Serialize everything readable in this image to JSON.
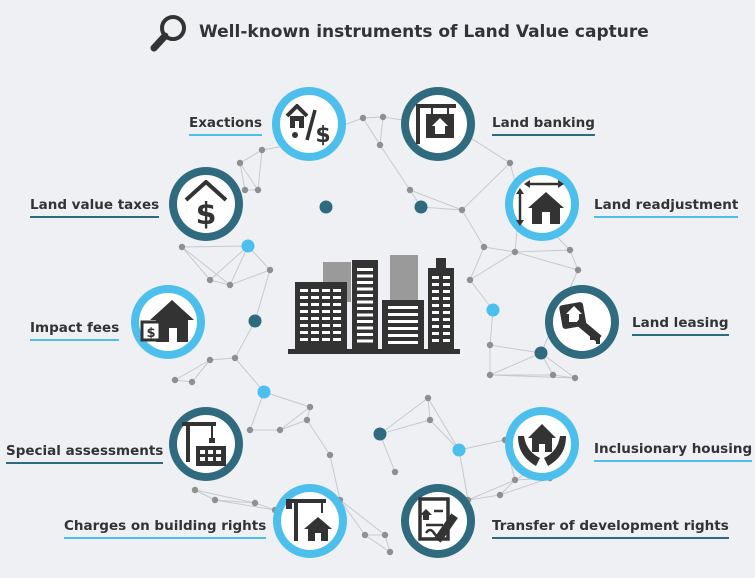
{
  "title": "Well-known instruments of Land Value capture",
  "colors": {
    "dark_teal": "#2f6a7e",
    "light_blue": "#4dbfec",
    "icon_dark": "#333333",
    "network_line": "#c6cad0",
    "dot_grey": "#8f8f8f"
  },
  "instruments": [
    {
      "label": "Exactions",
      "icon": "house-percent-dollar-icon",
      "ring": "light_blue"
    },
    {
      "label": "Land banking",
      "icon": "house-sign-icon",
      "ring": "dark_teal"
    },
    {
      "label": "Land value taxes",
      "icon": "house-dollar-icon",
      "ring": "dark_teal"
    },
    {
      "label": "Land readjustment",
      "icon": "house-resize-icon",
      "ring": "light_blue"
    },
    {
      "label": "Impact fees",
      "icon": "house-money-icon",
      "ring": "light_blue"
    },
    {
      "label": "Land leasing",
      "icon": "house-key-icon",
      "ring": "dark_teal"
    },
    {
      "label": "Special assessments",
      "icon": "crane-building-icon",
      "ring": "dark_teal"
    },
    {
      "label": "Inclusionary housing",
      "icon": "hands-house-icon",
      "ring": "light_blue"
    },
    {
      "label": "Charges on building rights",
      "icon": "crane-house-icon",
      "ring": "light_blue"
    },
    {
      "label": "Transfer of development rights",
      "icon": "contract-pen-icon",
      "ring": "dark_teal"
    }
  ]
}
